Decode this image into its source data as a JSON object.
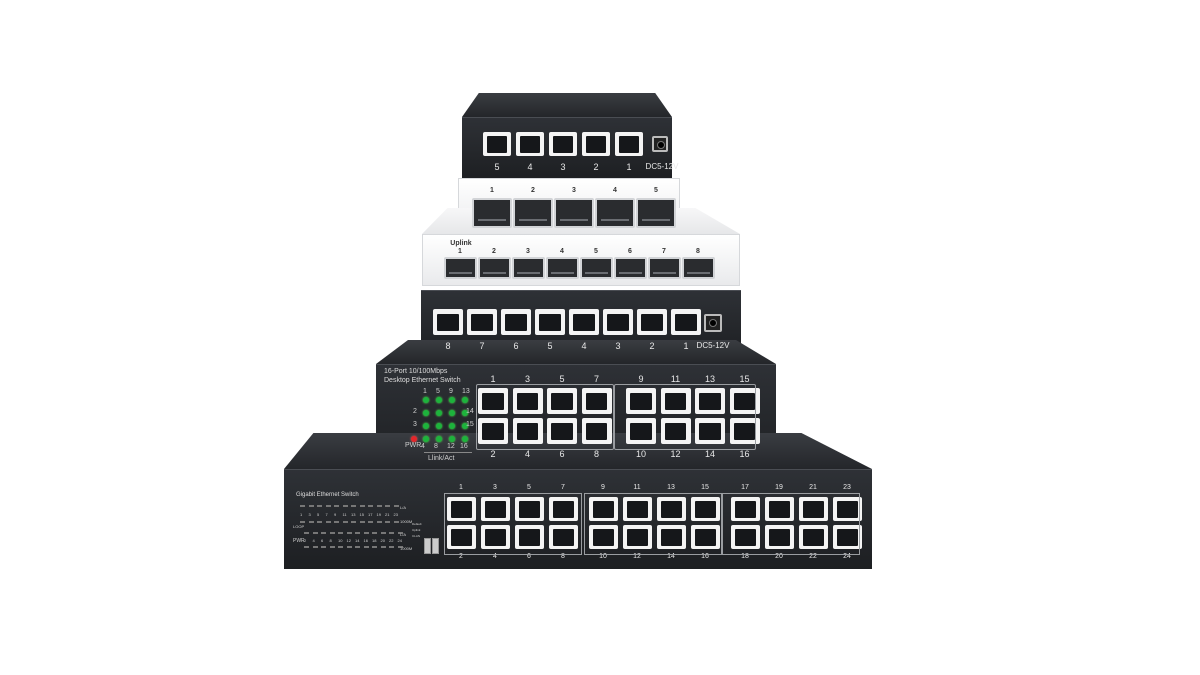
{
  "switch5_dark": {
    "ports": [
      "5",
      "4",
      "3",
      "2",
      "1"
    ],
    "power_label": "DC5-12V"
  },
  "switch5_white": {
    "ports": [
      "1",
      "2",
      "3",
      "4",
      "5"
    ]
  },
  "switch8_white": {
    "uplink_label": "Uplink",
    "ports": [
      "1",
      "2",
      "3",
      "4",
      "5",
      "6",
      "7",
      "8"
    ]
  },
  "switch8_dark": {
    "ports": [
      "8",
      "7",
      "6",
      "5",
      "4",
      "3",
      "2",
      "1"
    ],
    "power_label": "DC5-12V"
  },
  "switch16": {
    "title_line1": "16-Port 10/100Mbps",
    "title_line2": "Desktop Ethernet Switch",
    "top_ports": [
      "1",
      "3",
      "5",
      "7",
      "9",
      "11",
      "13",
      "15"
    ],
    "bottom_ports": [
      "2",
      "4",
      "6",
      "8",
      "10",
      "12",
      "14",
      "16"
    ],
    "led_top_numbers": [
      "1",
      "5",
      "9",
      "13"
    ],
    "led_left_numbers": [
      "2",
      "3"
    ],
    "led_right_numbers": [
      "14",
      "15"
    ],
    "led_bottom_numbers": [
      "4",
      "8",
      "12",
      "16"
    ],
    "pwr_label": "PWR",
    "link_label": "Llink/Act"
  },
  "switch24": {
    "title": "Gigabit Ethernet Switch",
    "top_ports": [
      "1",
      "3",
      "5",
      "7",
      "9",
      "11",
      "13",
      "15",
      "17",
      "19",
      "21",
      "23"
    ],
    "bottom_ports": [
      "2",
      "4",
      "6",
      "8",
      "10",
      "12",
      "14",
      "16",
      "18",
      "20",
      "22",
      "24"
    ],
    "led_row1": [
      "1",
      "3",
      "5",
      "7",
      "9",
      "11",
      "13",
      "15",
      "17",
      "19",
      "21",
      "23"
    ],
    "led_row2": [
      "2",
      "4",
      "6",
      "8",
      "10",
      "12",
      "14",
      "16",
      "18",
      "20",
      "22",
      "24"
    ],
    "loop_label": "LOOP",
    "pwr_label": "PWR",
    "speed_labels": [
      "L/A",
      "1000M",
      "L/A",
      "1000M"
    ],
    "mode_labels": [
      "Default",
      "Uplink",
      "CLAN"
    ]
  }
}
